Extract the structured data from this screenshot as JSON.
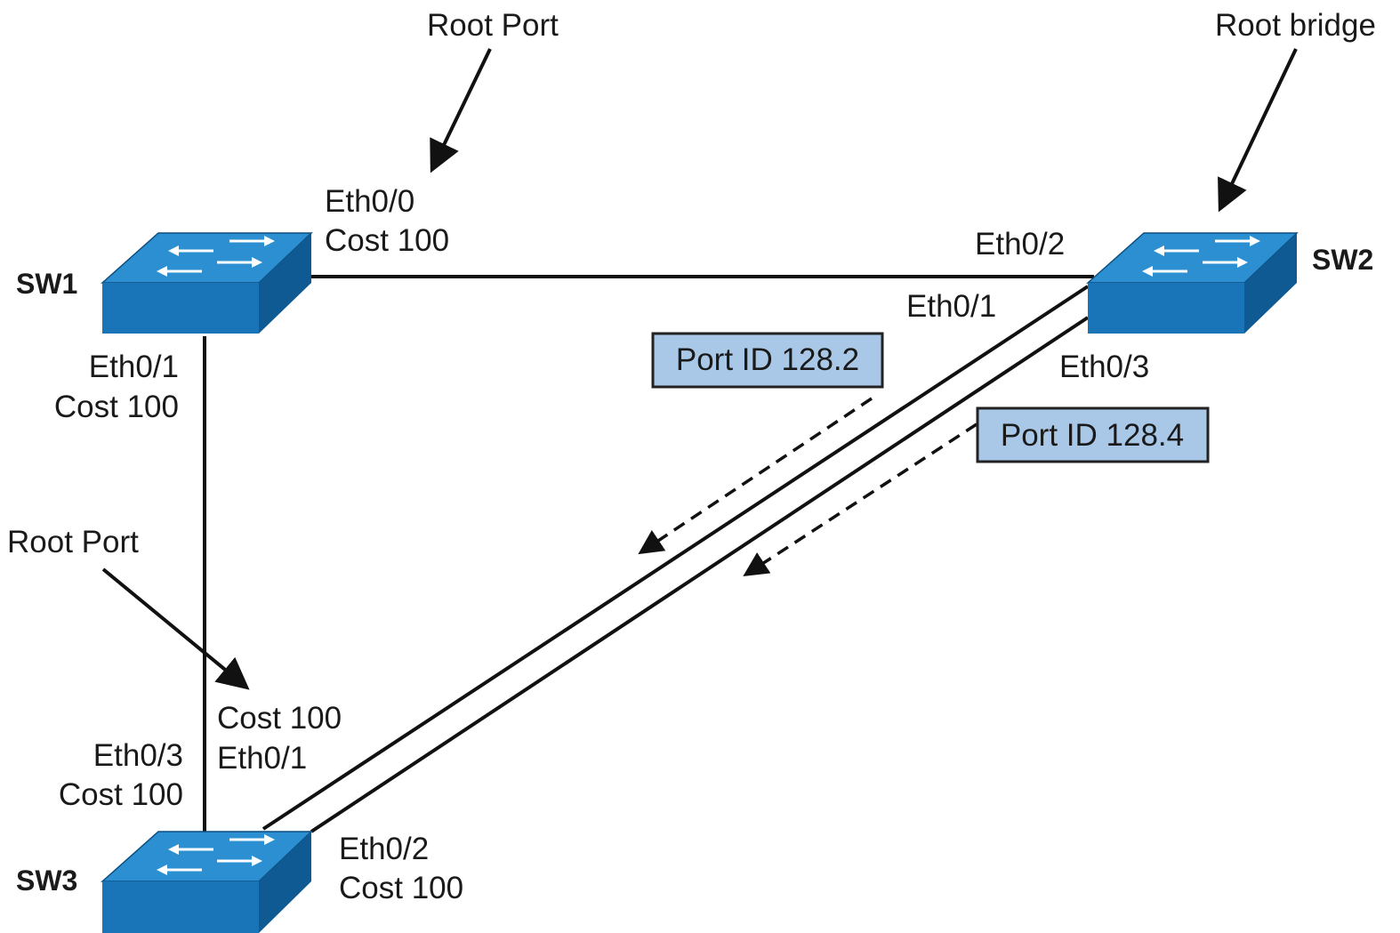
{
  "colors": {
    "switch_front": "#1a74b8",
    "switch_top": "#2b8fd1",
    "switch_side": "#0f5a93",
    "port_box_fill": "#a9c8e8",
    "line": "#111111"
  },
  "switches": {
    "sw1": {
      "name": "SW1",
      "icon": "network-switch-icon"
    },
    "sw2": {
      "name": "SW2",
      "icon": "network-switch-icon"
    },
    "sw3": {
      "name": "SW3",
      "icon": "network-switch-icon"
    }
  },
  "callouts": {
    "root_port_top": "Root Port",
    "root_bridge": "Root bridge",
    "root_port_left": "Root Port"
  },
  "ports": {
    "sw1_eth00": {
      "name": "Eth0/0",
      "cost": "Cost 100"
    },
    "sw1_eth01": {
      "name": "Eth0/1",
      "cost": "Cost 100"
    },
    "sw2_eth02": {
      "name": "Eth0/2"
    },
    "sw2_eth01": {
      "name": "Eth0/1"
    },
    "sw2_eth03": {
      "name": "Eth0/3"
    },
    "sw3_eth01": {
      "name": "Eth0/1",
      "cost": "Cost 100"
    },
    "sw3_eth03": {
      "name": "Eth0/3",
      "cost": "Cost 100"
    },
    "sw3_eth02": {
      "name": "Eth0/2",
      "cost": "Cost 100"
    }
  },
  "port_ids": {
    "first": "Port ID 128.2",
    "second": "Port ID 128.4"
  }
}
